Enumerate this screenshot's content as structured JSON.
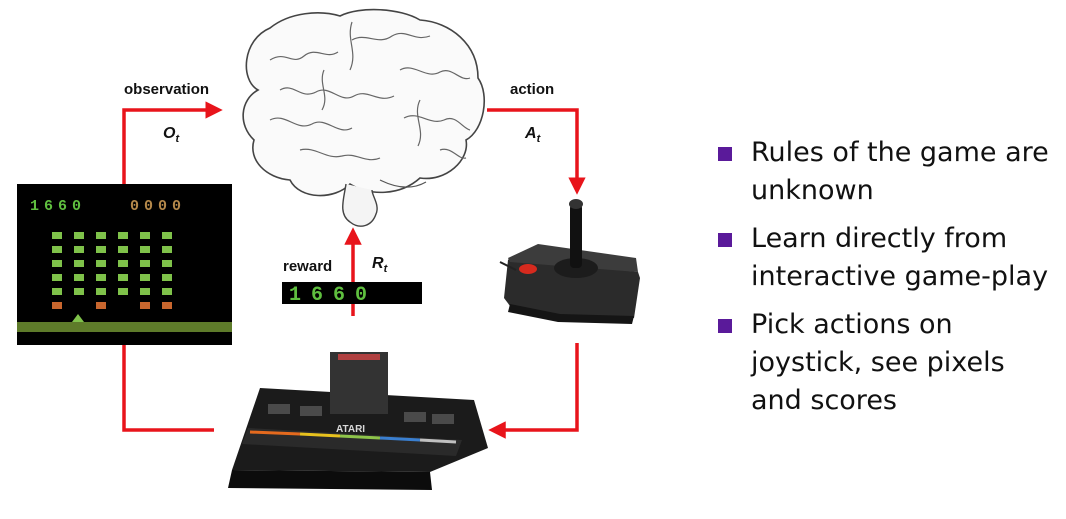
{
  "labels": {
    "observation": "observation",
    "action": "action",
    "reward": "reward"
  },
  "symbols": {
    "observation": {
      "letter": "O",
      "sub": "t"
    },
    "action": {
      "letter": "A",
      "sub": "t"
    },
    "reward": {
      "letter": "R",
      "sub": "t"
    }
  },
  "game_screen": {
    "score_left": "1660",
    "score_right": "0000"
  },
  "reward_display": "1660",
  "console": {
    "brand": "ATARI"
  },
  "bullets": [
    {
      "text": "Rules of the game are unknown"
    },
    {
      "text": "Learn directly from interactive game-play"
    },
    {
      "text": "Pick actions on joystick, see pixels and scores"
    }
  ],
  "colors": {
    "arrow": "#e8141b",
    "bullet_marker": "#5a1a9a",
    "game_background": "#000000",
    "invader_green": "#7fc24a",
    "invader_orange": "#c8662e",
    "score_green": "#5fbf3f",
    "score_tan": "#b4884a"
  },
  "icons": {
    "brain": "brain-icon",
    "joystick": "joystick-icon",
    "console": "atari-console-icon"
  }
}
